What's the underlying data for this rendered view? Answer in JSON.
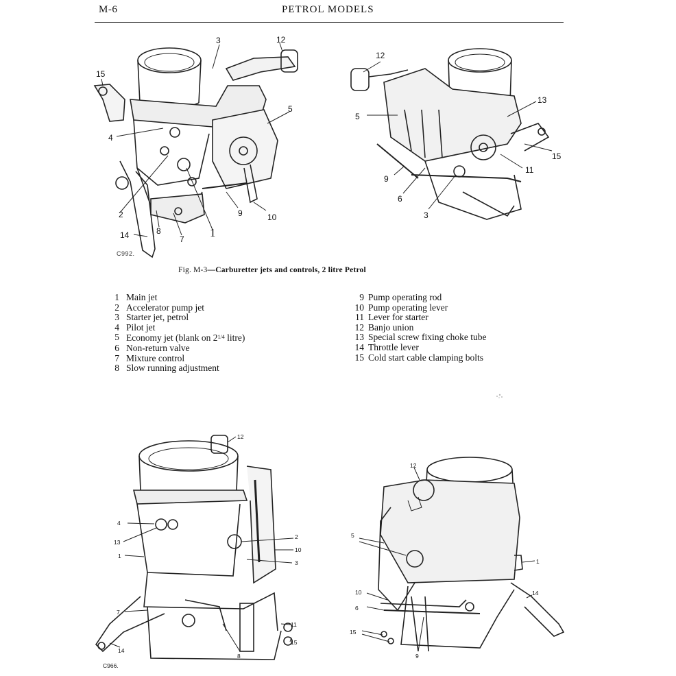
{
  "header": {
    "page_number": "M-6",
    "title": "PETROL MODELS"
  },
  "figure_top_left": {
    "code": "C992.",
    "callouts": [
      "15",
      "3",
      "12",
      "4",
      "5",
      "2",
      "14",
      "8",
      "7",
      "1",
      "9",
      "10"
    ]
  },
  "figure_top_right": {
    "callouts": [
      "12",
      "5",
      "13",
      "15",
      "11",
      "9",
      "6",
      "3"
    ]
  },
  "caption": {
    "figure_number": "Fig. M-3",
    "text": "—Carburetter jets and controls, 2 litre Petrol"
  },
  "key_left": [
    {
      "num": "1",
      "label": "Main jet"
    },
    {
      "num": "2",
      "label": "Accelerator pump jet"
    },
    {
      "num": "3",
      "label": "Starter jet, petrol"
    },
    {
      "num": "4",
      "label": "Pilot jet"
    },
    {
      "num": "5",
      "label": "Economy jet (blank on 2",
      "frac": "1/4",
      "label_end": " litre)"
    },
    {
      "num": "6",
      "label": "Non-return valve"
    },
    {
      "num": "7",
      "label": "Mixture control"
    },
    {
      "num": "8",
      "label": "Slow running adjustment"
    }
  ],
  "key_right": [
    {
      "num": "9",
      "label": "Pump operating rod"
    },
    {
      "num": "10",
      "label": "Pump operating lever"
    },
    {
      "num": "11",
      "label": "Lever for starter"
    },
    {
      "num": "12",
      "label": "Banjo union"
    },
    {
      "num": "13",
      "label": "Special screw fixing choke tube"
    },
    {
      "num": "14",
      "label": "Throttle lever"
    },
    {
      "num": "15",
      "label": "Cold start cable clamping bolts"
    }
  ],
  "figure_bottom_left": {
    "code": "C966.",
    "callouts": [
      "12",
      "4",
      "13",
      "1",
      "2",
      "10",
      "3",
      "7",
      "14",
      "8",
      "11",
      "15"
    ]
  },
  "figure_bottom_right": {
    "callouts": [
      "12",
      "5",
      "1",
      "14",
      "10",
      "6",
      "15",
      "9"
    ]
  }
}
